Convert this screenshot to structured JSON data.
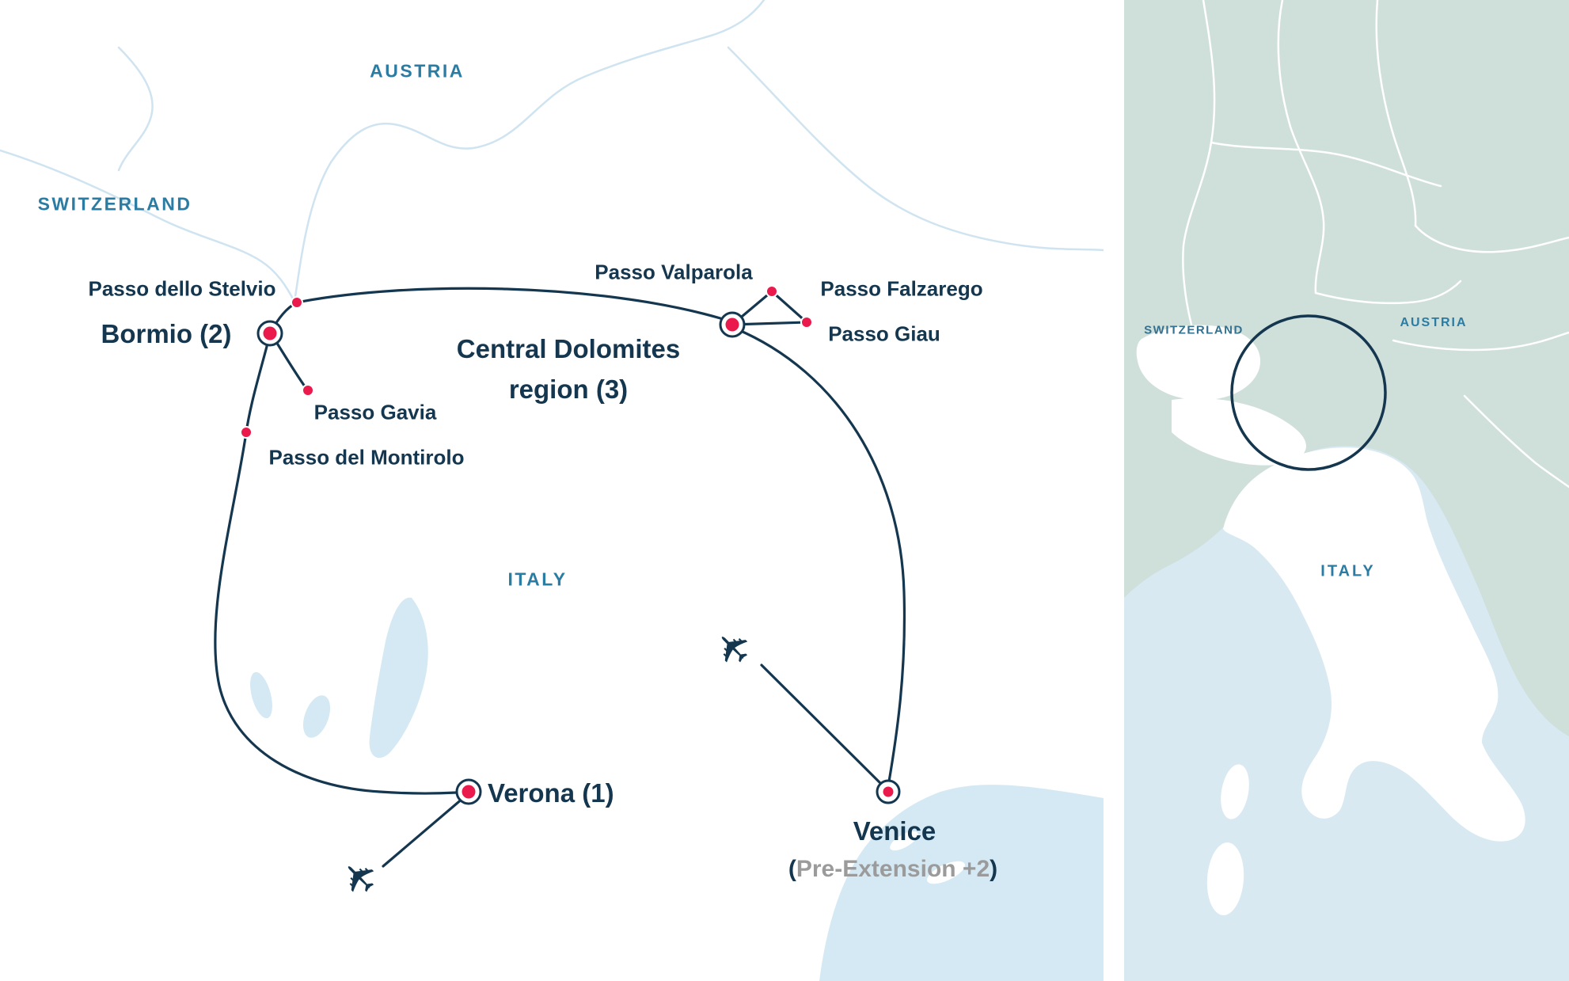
{
  "colors": {
    "route_navy": "#14374f",
    "marker_red": "#ea1a4c",
    "country_label_blue": "#2b7ca3",
    "pre_extension_gray": "#9b9b9b",
    "main_border_blue": "#cfe4f0",
    "water_blue": "#d5e9f4",
    "inset_land_teal": "#cfdfda",
    "inset_sea_blue": "#d8e9f2"
  },
  "main_map": {
    "countries": [
      {
        "name": "AUSTRIA"
      },
      {
        "name": "SWITZERLAND"
      },
      {
        "name": "ITALY"
      }
    ],
    "stops": {
      "bormio": "Bormio (2)",
      "dolomites_line1": "Central Dolomites",
      "dolomites_line2": "region (3)",
      "verona": "Verona (1)",
      "venice": "Venice",
      "venice_sub_open": "(",
      "venice_sub_text": "Pre-Extension +2",
      "venice_sub_close": ")"
    },
    "passes": {
      "stelvio": "Passo dello Stelvio",
      "valparola": "Passo Valparola",
      "falzarego": "Passo Falzarego",
      "giau": "Passo Giau",
      "gavia": "Passo Gavia",
      "montirolo": "Passo del Montirolo"
    },
    "icons": {
      "airplane": "✈"
    }
  },
  "inset_map": {
    "countries": [
      {
        "name": "SWITZERLAND"
      },
      {
        "name": "AUSTRIA"
      },
      {
        "name": "ITALY"
      }
    ]
  }
}
